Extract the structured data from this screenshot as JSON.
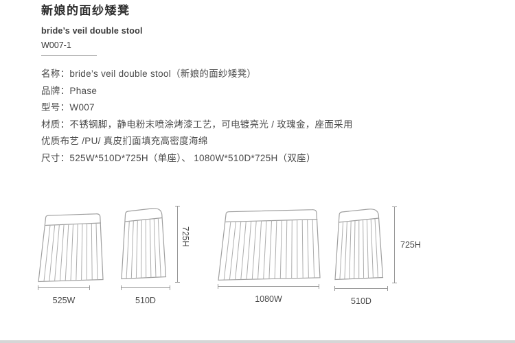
{
  "page": {
    "title": "新娘的面纱矮凳",
    "subtitle": "bride’s veil double stool",
    "model_code": "W007-1"
  },
  "specs": {
    "lines": [
      "名称：bride’s veil double stool（新娘的面纱矮凳）",
      "品牌：Phase",
      "型号：W007",
      "材质：不锈钢脚，静电粉末喷涂烤漆工艺，可电镀亮光 / 玫瑰金，座面采用",
      "优质布艺 /PU/ 真皮扪面填充高密度海绵",
      "尺寸：525W*510D*725H（单座）、 1080W*510D*725H（双座）"
    ]
  },
  "drawings": {
    "front_single": {
      "width_label": "525W"
    },
    "side_single": {
      "depth_label": "510D",
      "height_label": "725H"
    },
    "front_double": {
      "width_label": "1080W"
    },
    "side_double": {
      "depth_label": "510D",
      "height_label": "725H"
    }
  },
  "colors": {
    "drawing_line": "#a9a9a9",
    "text": "#4a4a4a",
    "bottom_bar": "#d6d6d6"
  }
}
